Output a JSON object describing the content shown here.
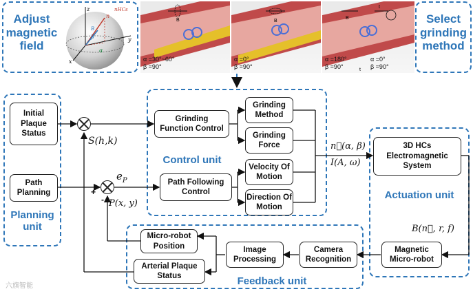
{
  "top_panels": {
    "adjust_field": "Adjust\nmagnetic\nfield",
    "select_method": "Select\ngrinding\nmethod",
    "sphere_labels": {
      "z": "z",
      "y": "y",
      "x": "x",
      "b": "B",
      "n": "n",
      "a": "α",
      "be": "β",
      "nhcs": "nHCs"
    },
    "vessel1": {
      "b": "B",
      "angles": "α =30°~60°\nβ =90°"
    },
    "vessel2": {
      "b": "B",
      "angles": "α =0°\nβ =90°"
    },
    "vessel3": {
      "b": "B",
      "t": "t",
      "t2": "t",
      "angles_left": "α =180°\nβ =90°",
      "angles_right": "α =0°\nβ =90°"
    }
  },
  "blocks": {
    "initial_plaque": "Initial\nPlaque\nStatus",
    "path_planning": "Path\nPlanning",
    "grinding_function": "Grinding\nFunction Control",
    "grinding_method": "Grinding\nMethod",
    "grinding_force": "Grinding\nForce",
    "path_following": "Path Following\nControl",
    "velocity": "Velocity Of\nMotion",
    "direction": "Direction Of\nMotion",
    "hcs_system": "3D HCs\nElectromagnetic\nSystem",
    "magnetic_robot": "Magnetic\nMicro-robot",
    "camera": "Camera\nRecognition",
    "image_processing": "Image\nProcessing",
    "robot_position": "Micro-robot\nPosition",
    "arterial_status": "Arterial Plaque\nStatus"
  },
  "units": {
    "planning": "Planning\nunit",
    "control": "Control unit",
    "actuation": "Actuation unit",
    "feedback": "Feedback unit"
  },
  "math": {
    "s": "S(h,k)",
    "ep": "e",
    "ep_sub": "P",
    "p": "P(x, y)",
    "n_vec": "n⃗(α, β)",
    "i_vec": "I(A, ω)",
    "b_vec": "B(n⃗, r, f)",
    "plus": "+",
    "minus": "-"
  },
  "watermark": "六旗智能"
}
